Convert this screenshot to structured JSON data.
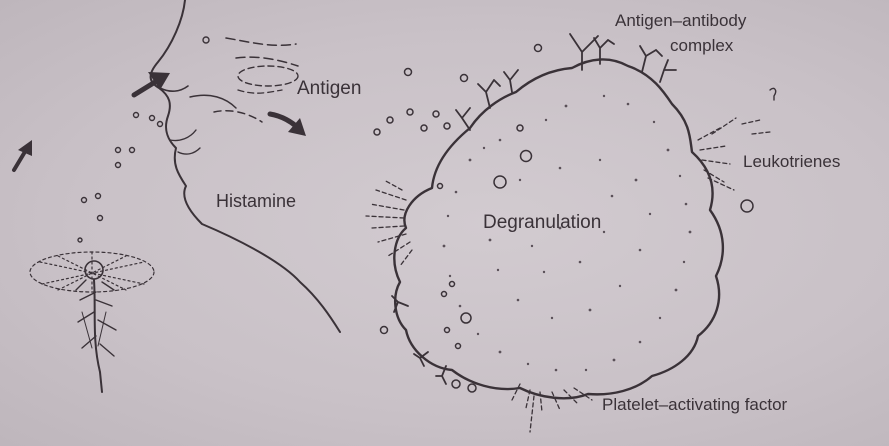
{
  "labels": {
    "antigen": "Antigen",
    "complex_line1": "Antigen–antibody",
    "complex_line2": "complex",
    "leukotrienes": "Leukotrienes",
    "histamine": "Histamine",
    "degranulation": "Degranulation",
    "paf": "Platelet–activating factor"
  },
  "colors": {
    "background": "#cbc4c9",
    "ink": "#3a3238"
  }
}
